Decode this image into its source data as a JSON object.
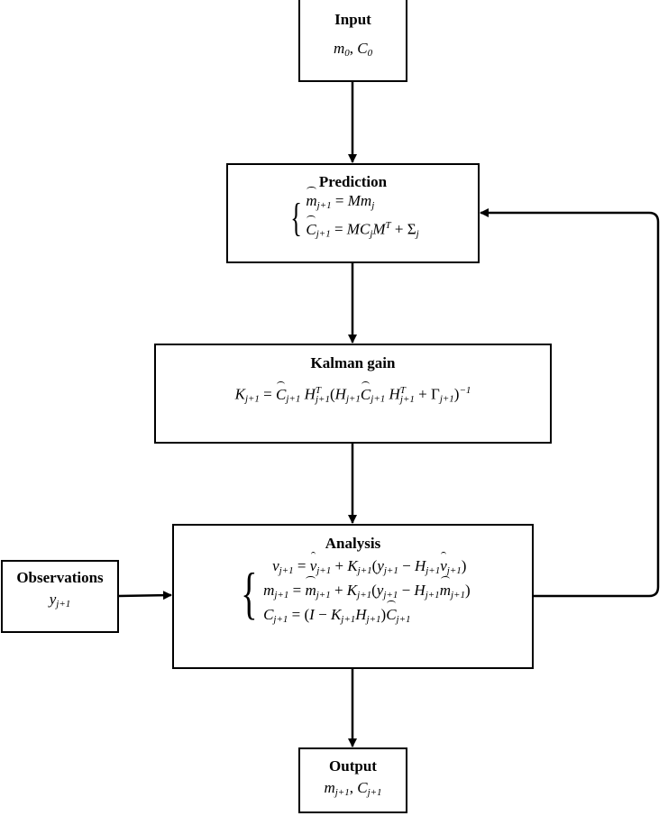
{
  "diagram": {
    "type": "flowchart",
    "title_topic": "Kalman filter",
    "nodes": {
      "input": {
        "title": "Input",
        "content": "m_0, C_0"
      },
      "prediction": {
        "title": "Prediction",
        "equations": [
          "m̂_{j+1} = M m_j",
          "Ĉ_{j+1} = M C_j M^T + Σ_j"
        ]
      },
      "kalman_gain": {
        "title": "Kalman gain",
        "equation": "K_{j+1} = Ĉ_{j+1} H^T_{j+1} (H_{j+1} Ĉ_{j+1} H^T_{j+1} + Γ_{j+1})^{-1}"
      },
      "observations": {
        "title": "Observations",
        "content": "y_{j+1}"
      },
      "analysis": {
        "title": "Analysis",
        "equations": [
          "v_{j+1} = v̂_{j+1} + K_{j+1}(y_{j+1} − H_{j+1} v̂_{j+1})",
          "m_{j+1} = m̂_{j+1} + K_{j+1}(y_{j+1} − H_{j+1} m̂_{j+1})",
          "C_{j+1} = (I − K_{j+1} H_{j+1}) Ĉ_{j+1}"
        ]
      },
      "output": {
        "title": "Output",
        "content": "m_{j+1}, C_{j+1}"
      }
    },
    "edges": [
      {
        "from": "input",
        "to": "prediction"
      },
      {
        "from": "prediction",
        "to": "kalman_gain"
      },
      {
        "from": "kalman_gain",
        "to": "analysis"
      },
      {
        "from": "observations",
        "to": "analysis"
      },
      {
        "from": "analysis",
        "to": "output"
      },
      {
        "from": "analysis",
        "to": "prediction",
        "kind": "feedback-loop"
      }
    ]
  },
  "sym": {
    "m": "m",
    "C": "C",
    "M": "M",
    "K": "K",
    "H": "H",
    "I": "I",
    "y": "y",
    "v": "v",
    "zero": "0",
    "j": "j",
    "jp1": "j+1",
    "T": "T",
    "inv": "−1",
    "Sigma": "Σ",
    "Gamma": "Γ",
    "eq": " = ",
    "plus": " + ",
    "minus": " − ",
    "comma": ", ",
    "lp": "(",
    "rp": ")",
    "brace": "{"
  },
  "colors": {
    "stroke": "#000000",
    "background": "#ffffff"
  }
}
